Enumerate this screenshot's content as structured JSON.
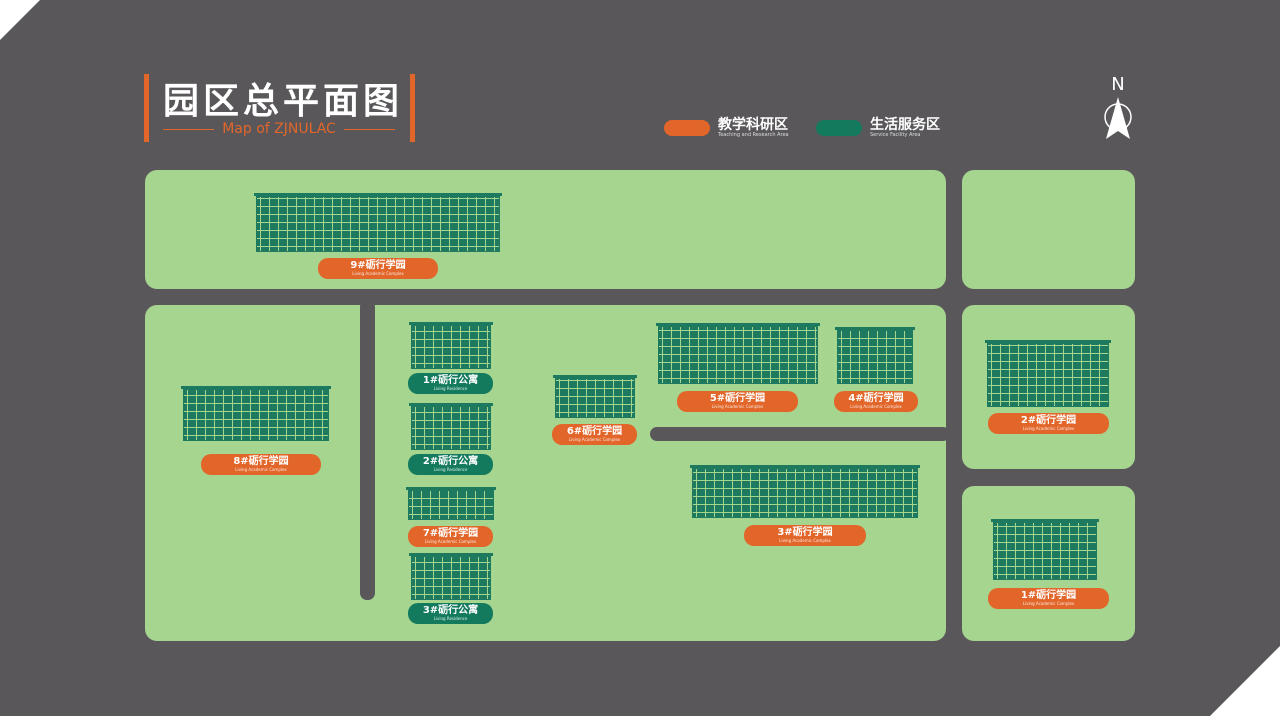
{
  "header": {
    "title": "园区总平面图",
    "subtitle": "Map of ZJNULAC"
  },
  "legend": [
    {
      "label": "教学科研区",
      "sub": "Teaching and Research Area",
      "color": "#e2662a"
    },
    {
      "label": "生活服务区",
      "sub": "Service Facility Area",
      "color": "#137a5e"
    }
  ],
  "compass": {
    "label": "N"
  },
  "buildings": {
    "b9": {
      "name": "9#砺行学园",
      "sub": "Living Academic Complex"
    },
    "b8": {
      "name": "8#砺行学园",
      "sub": "Living Academic Complex"
    },
    "r1": {
      "name": "1#砺行公寓",
      "sub": "Living Residence"
    },
    "r2": {
      "name": "2#砺行公寓",
      "sub": "Living Residence"
    },
    "b7": {
      "name": "7#砺行学园",
      "sub": "Living Academic Complex"
    },
    "r3": {
      "name": "3#砺行公寓",
      "sub": "Living Residence"
    },
    "b6": {
      "name": "6#砺行学园",
      "sub": "Living Academic Complex"
    },
    "b5": {
      "name": "5#砺行学园",
      "sub": "Living Academic Complex"
    },
    "b4": {
      "name": "4#砺行学园",
      "sub": "Living Academic Complex"
    },
    "b3": {
      "name": "3#砺行学园",
      "sub": "Living Academic Complex"
    },
    "b2": {
      "name": "2#砺行学园",
      "sub": "Living Academic Complex"
    },
    "b1": {
      "name": "1#砺行学园",
      "sub": "Living Academic Complex"
    }
  }
}
